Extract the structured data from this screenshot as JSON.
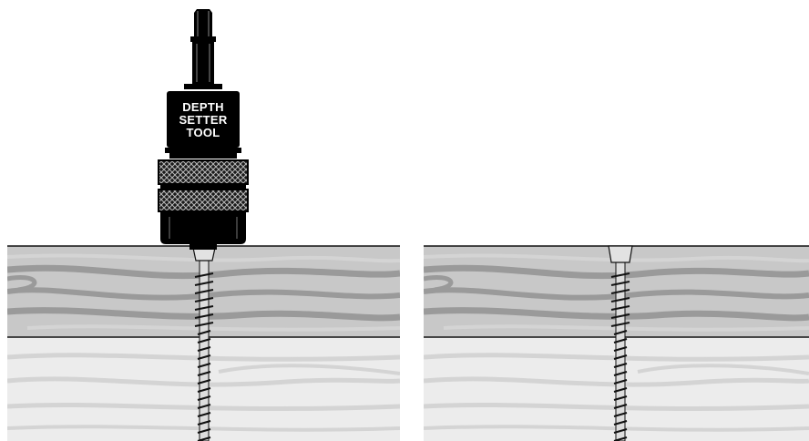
{
  "tool": {
    "label_lines": [
      "DEPTH",
      "SETTER",
      "TOOL"
    ]
  },
  "colors": {
    "top_board": "#c8c8c8",
    "bottom_board": "#ececec",
    "grain_dark": "#9a9a9a",
    "grain_light": "#d4d4d4",
    "metal": "#000000",
    "screw_head": "#e2e2e2",
    "outline": "#111111"
  },
  "panels": [
    {
      "name": "with-tool",
      "shows_tool": true
    },
    {
      "name": "screw-set-flush",
      "shows_tool": false
    }
  ]
}
